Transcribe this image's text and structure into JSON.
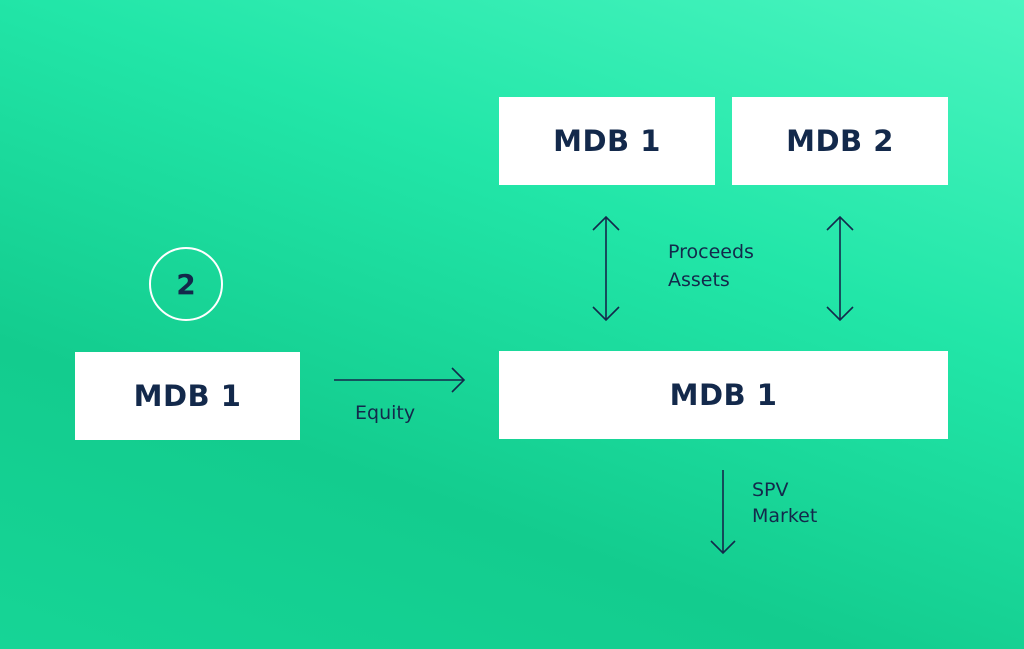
{
  "step_number": "2",
  "boxes": {
    "top_left": "MDB 1",
    "top_right": "MDB 2",
    "source": "MDB 1",
    "center": "MDB 1"
  },
  "labels": {
    "equity": "Equity",
    "proceeds": "Proceeds",
    "assets": "Assets",
    "spv": "SPV",
    "market": "Market"
  },
  "colors": {
    "text": "#13294b",
    "background": "#1ddc9e",
    "box": "#ffffff"
  }
}
